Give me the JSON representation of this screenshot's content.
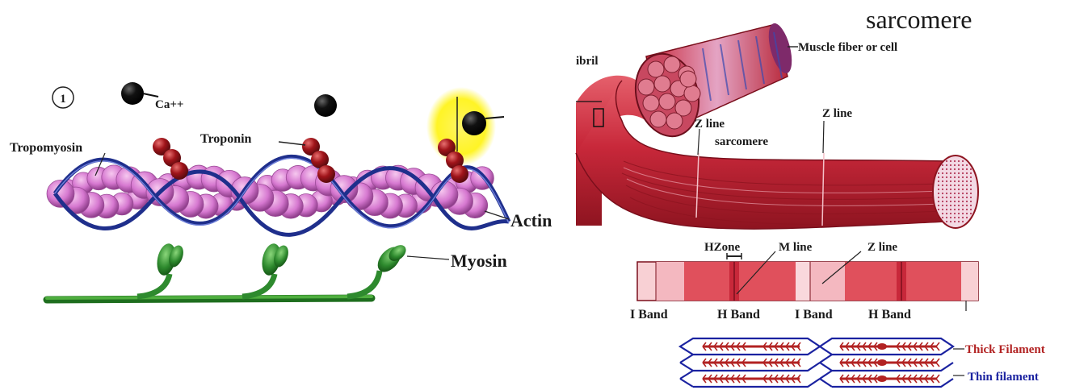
{
  "left_panel": {
    "step_number": "1",
    "calcium_label": "Ca++",
    "tropomyosin_label": "Tropomyosin",
    "troponin_label": "Troponin",
    "actin_label": "Actin",
    "myosin_label": "Myosin"
  },
  "right_panel": {
    "title": "sarcomere",
    "muscle_fiber_label": "Muscle fiber or cell",
    "fibril_label": "ibril",
    "z_line_label_1": "Z line",
    "z_line_label_2": "Z line",
    "sarcomere_label": "sarcomere",
    "h_zone_label": "HZone",
    "m_line_label": "M line",
    "z_line_label_3": "Z line",
    "bands": [
      "I Band",
      "H Band",
      "I Band",
      "H Band"
    ],
    "thick_filament_label": "Thick Filament",
    "thin_filament_label": "Thin filament"
  },
  "colors": {
    "actin_bead": "#d678d0",
    "tropomyosin_strand": "#1f2f8c",
    "troponin": "#a0141a",
    "myosin": "#2e8a2e",
    "muscle_red": "#c8283a",
    "thick_filament_label": "#b22222",
    "thin_filament_label": "#1a22a0"
  }
}
